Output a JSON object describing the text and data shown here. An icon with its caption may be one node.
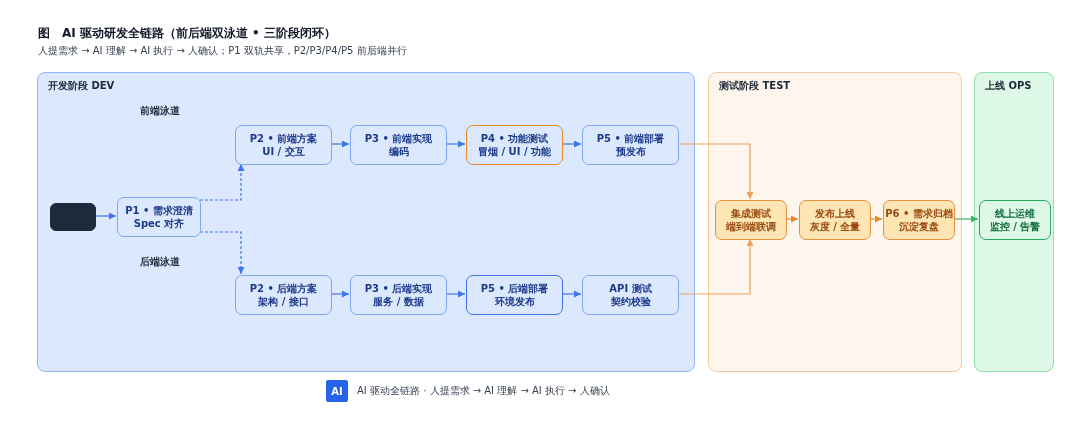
{
  "diagram": {
    "title": "图　AI 驱动研发全链路（前后端双泳道 • 三阶段闭环）",
    "nodes": [
      {
        "text": [
          "开发阶段 DEV"
        ]
      },
      {
        "text": [
          "测试阶段 TEST"
        ]
      },
      {
        "text": [
          "上线 OPS"
        ]
      },
      {
        "text": [],
        "shape": "box",
        "in": 0
      },
      {
        "text": [
          "P1 • 需求澄清",
          "Spec 对齐"
        ],
        "in": 0
      },
      {
        "text": [
          "P2 • 前端方案",
          "UI / 交互"
        ],
        "in": 0
      },
      {
        "text": [
          "P3 • 前端实现",
          "编码"
        ],
        "in": 0
      },
      {
        "text": [
          "P4 • 功能测试",
          "冒烟 / UI / 功能"
        ],
        "in": 0
      },
      {
        "text": [
          "P5 • 前端部署",
          "预发布"
        ],
        "in": 0
      },
      {
        "text": [
          "P2 • 后端方案",
          "架构 / 接口"
        ],
        "in": 0
      },
      {
        "text": [
          "P3 • 后端实现",
          "服务 / 数据"
        ],
        "in": 0
      },
      {
        "text": [
          "P5 • 后端部署",
          "环境发布"
        ],
        "in": 0
      },
      {
        "text": [
          "API 测试",
          "契约校验"
        ],
        "in": 0
      },
      {
        "text": [
          "集成测试",
          "端到端联调"
        ],
        "in": 1
      },
      {
        "text": [
          "发布上线",
          "灰度 / 全量"
        ],
        "in": 1
      },
      {
        "text": [
          "P6 • 需求归档",
          "沉淀复盘"
        ],
        "in": 1
      },
      {
        "text": [
          "线上运维",
          "监控 / 告警"
        ],
        "in": 2
      },
      {
        "text": [
          "AI"
        ],
        "beside": [
          "AI 驱动全链路 · 人提需求 → AI 理解 → AI 执行 → 人确认"
        ]
      }
    ],
    "edges": [
      {
        "from": 3,
        "to": 4,
        "arrow": "to"
      },
      {
        "from": 4,
        "to": 5,
        "arrow": "to",
        "style": "dashed"
      },
      {
        "from": 4,
        "to": 9,
        "arrow": "to",
        "style": "dashed"
      },
      {
        "from": 5,
        "to": 6,
        "arrow": "to"
      },
      {
        "from": 6,
        "to": 7,
        "arrow": "to"
      },
      {
        "from": 7,
        "to": 8,
        "arrow": "to"
      },
      {
        "from": 9,
        "to": 10,
        "arrow": "to"
      },
      {
        "from": 10,
        "to": 11,
        "arrow": "to"
      },
      {
        "from": 11,
        "to": 12,
        "arrow": "to"
      },
      {
        "from": 8,
        "to": 13,
        "arrow": "to",
        "color": "#eda15a"
      },
      {
        "from": 12,
        "to": 13,
        "arrow": "to",
        "color": "#eda15a"
      },
      {
        "from": 13,
        "to": 14,
        "arrow": "to",
        "color": "#e48a2c"
      },
      {
        "from": 14,
        "to": 15,
        "arrow": "to",
        "color": "#e48a2c"
      },
      {
        "from": 15,
        "to": 16,
        "arrow": "to",
        "color": "#3cb56b"
      }
    ],
    "labels": [
      "人提需求 → AI 理解 → AI 执行 → 人确认；P1 双轨共享，P2/P3/P4/P5 前后端并行",
      "前端泳道",
      "后端泳道"
    ]
  }
}
